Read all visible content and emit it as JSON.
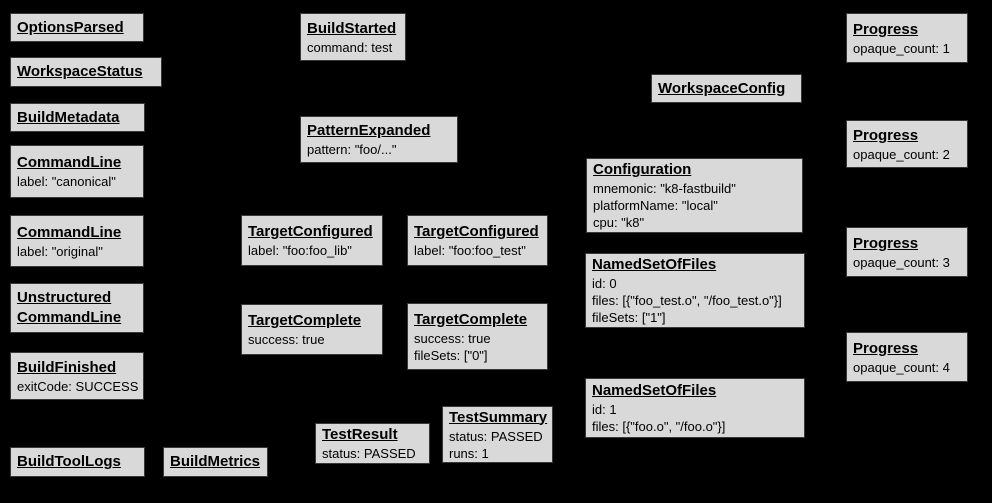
{
  "colors": {
    "background": "#000000",
    "box_fill": "#d9d9d9",
    "box_border": "#383838",
    "text": "#000000"
  },
  "boxes": {
    "options_parsed": {
      "title": "OptionsParsed"
    },
    "workspace_status": {
      "title": "WorkspaceStatus"
    },
    "build_metadata": {
      "title": "BuildMetadata"
    },
    "command_line_canonical": {
      "title": "CommandLine",
      "lines": [
        "label: \"canonical\""
      ]
    },
    "command_line_original": {
      "title": "CommandLine",
      "lines": [
        "label: \"original\""
      ]
    },
    "unstructured_command_line": {
      "title": "Unstructured",
      "title2": "CommandLine"
    },
    "build_finished": {
      "title": "BuildFinished",
      "lines": [
        "exitCode: SUCCESS"
      ]
    },
    "build_tool_logs": {
      "title": "BuildToolLogs"
    },
    "build_metrics": {
      "title": "BuildMetrics"
    },
    "build_started": {
      "title": "BuildStarted",
      "lines": [
        "command: test"
      ]
    },
    "pattern_expanded": {
      "title": "PatternExpanded",
      "lines": [
        "pattern: \"foo/...\""
      ]
    },
    "target_configured_lib": {
      "title": "TargetConfigured",
      "lines": [
        "label: \"foo:foo_lib\""
      ]
    },
    "target_configured_test": {
      "title": "TargetConfigured",
      "lines": [
        "label: \"foo:foo_test\""
      ]
    },
    "target_complete_lib": {
      "title": "TargetComplete",
      "lines": [
        "success: true"
      ]
    },
    "target_complete_test": {
      "title": "TargetComplete",
      "lines": [
        "success: true",
        "fileSets: [\"0\"]"
      ]
    },
    "test_result": {
      "title": "TestResult",
      "lines": [
        "status: PASSED"
      ]
    },
    "test_summary": {
      "title": "TestSummary",
      "lines": [
        "status: PASSED",
        "runs: 1"
      ]
    },
    "workspace_config": {
      "title": "WorkspaceConfig"
    },
    "configuration": {
      "title": "Configuration",
      "lines": [
        "mnemonic: \"k8-fastbuild\"",
        "platformName: \"local\"",
        "cpu: \"k8\""
      ]
    },
    "named_set_of_files_0": {
      "title": "NamedSetOfFiles",
      "lines": [
        "id: 0",
        "files: [{\"foo_test.o\", \"/foo_test.o\"}]",
        "fileSets: [\"1\"]"
      ]
    },
    "named_set_of_files_1": {
      "title": "NamedSetOfFiles",
      "lines": [
        "id: 1",
        "files: [{\"foo.o\", \"/foo.o\"}]"
      ]
    },
    "progress_1": {
      "title": "Progress",
      "lines": [
        "opaque_count: 1"
      ]
    },
    "progress_2": {
      "title": "Progress",
      "lines": [
        "opaque_count: 2"
      ]
    },
    "progress_3": {
      "title": "Progress",
      "lines": [
        "opaque_count: 3"
      ]
    },
    "progress_4": {
      "title": "Progress",
      "lines": [
        "opaque_count: 4"
      ]
    }
  }
}
